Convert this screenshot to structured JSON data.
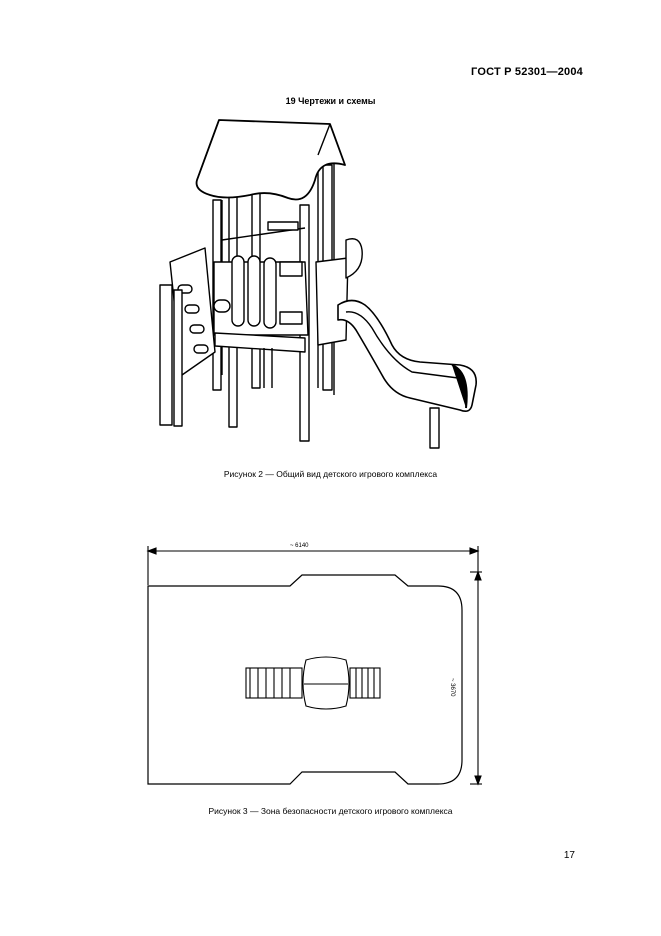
{
  "header": {
    "standard_code": "ГОСТ Р 52301—2004"
  },
  "section": {
    "heading": "19  Чертежи и схемы"
  },
  "figures": [
    {
      "caption": "Рисунок 2 — Общий вид детского игрового комплекса"
    },
    {
      "caption": "Рисунок 3 — Зона безопасности детского игрового комплекса",
      "width_dim": "~ 6140",
      "height_dim": "~ 3670"
    }
  ],
  "footer": {
    "page_number": "17"
  }
}
